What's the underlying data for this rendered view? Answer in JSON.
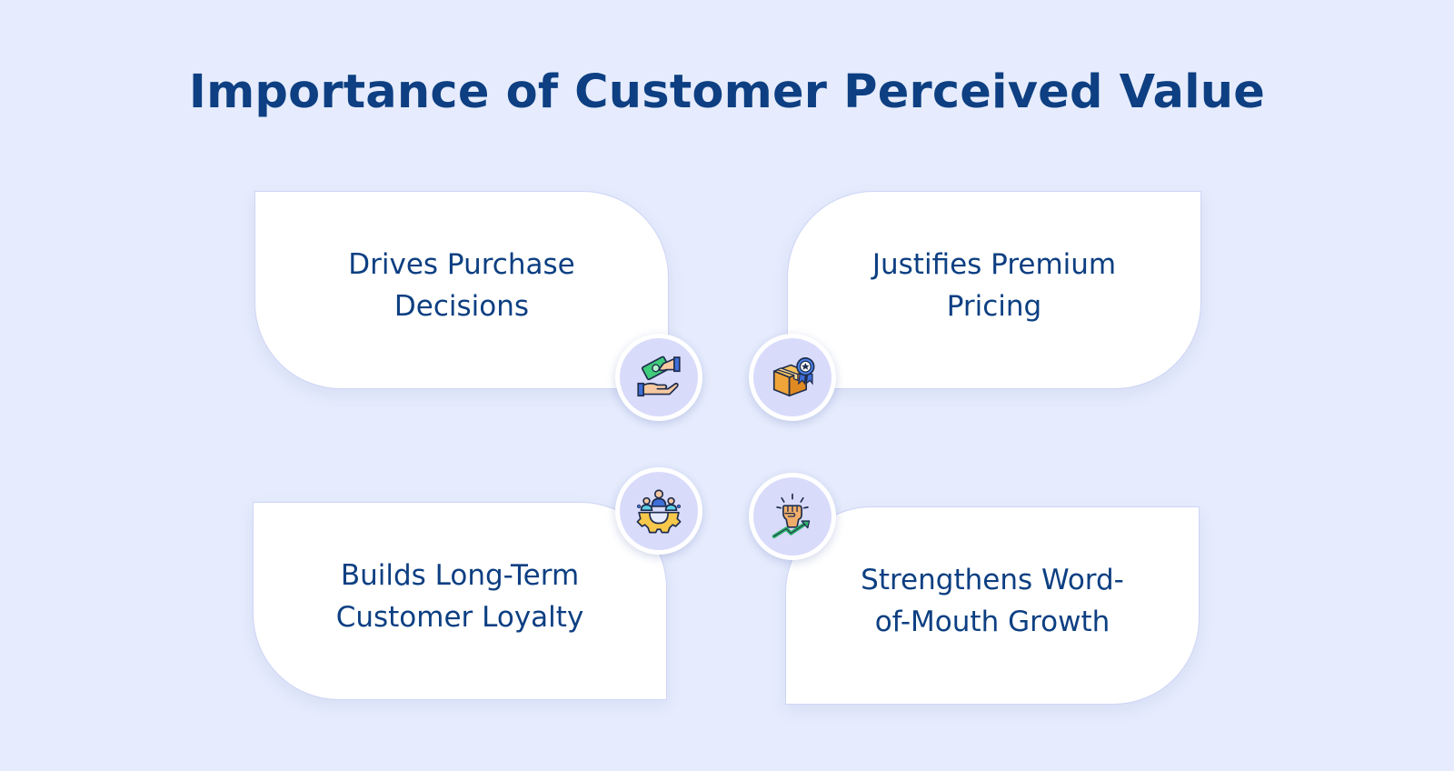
{
  "title": "Importance of Customer Perceived Value",
  "cards": [
    {
      "text": "Drives Purchase\nDecisions",
      "icon": "money-exchange-hands-icon"
    },
    {
      "text": "Justifies Premium\nPricing",
      "icon": "premium-box-award-icon"
    },
    {
      "text": "Builds Long-Term\nCustomer Loyalty",
      "icon": "community-gear-icon"
    },
    {
      "text": "Strengthens Word-\nof-Mouth Growth",
      "icon": "raised-fist-growth-icon"
    }
  ],
  "colors": {
    "background": "#e6ecfd",
    "title": "#0d3f82",
    "card": "#ffffff",
    "badge": "#d9dbfb"
  }
}
